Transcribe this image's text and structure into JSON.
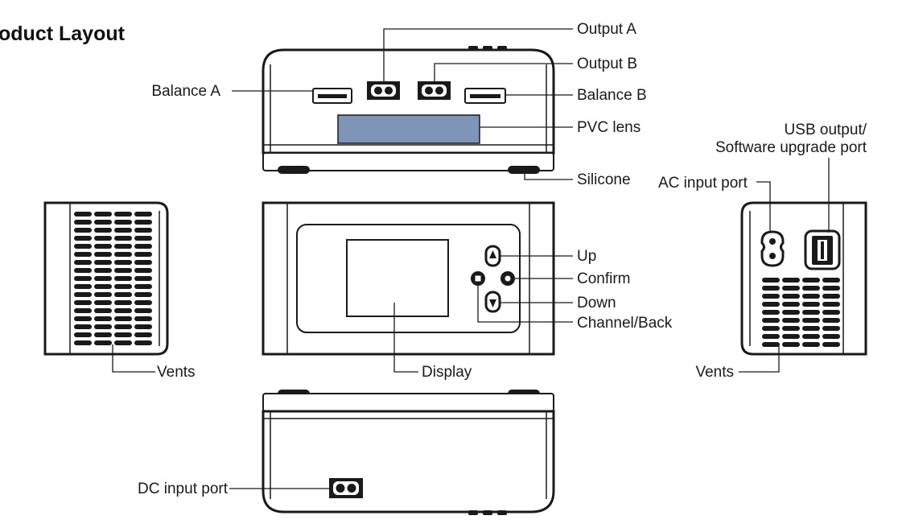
{
  "title": "oduct Layout",
  "labels": {
    "output_a": "Output  A",
    "output_b": "Output  B",
    "balance_a": "Balance A",
    "balance_b": "Balance B",
    "pvc_lens": "PVC lens",
    "silicone": "Silicone",
    "usb_output_line1": "USB output/",
    "usb_output_line2": "Software upgrade port",
    "ac_input_port": "AC input port",
    "up": "Up",
    "confirm": "Confirm",
    "down": "Down",
    "channel_back": "Channel/Back",
    "vents_left": "Vents",
    "display": "Display",
    "vents_right": "Vents",
    "dc_input_port": "DC input port"
  },
  "colors": {
    "outline": "#1a1a1a",
    "lens_fill": "#7e95b8",
    "background": "#ffffff"
  }
}
